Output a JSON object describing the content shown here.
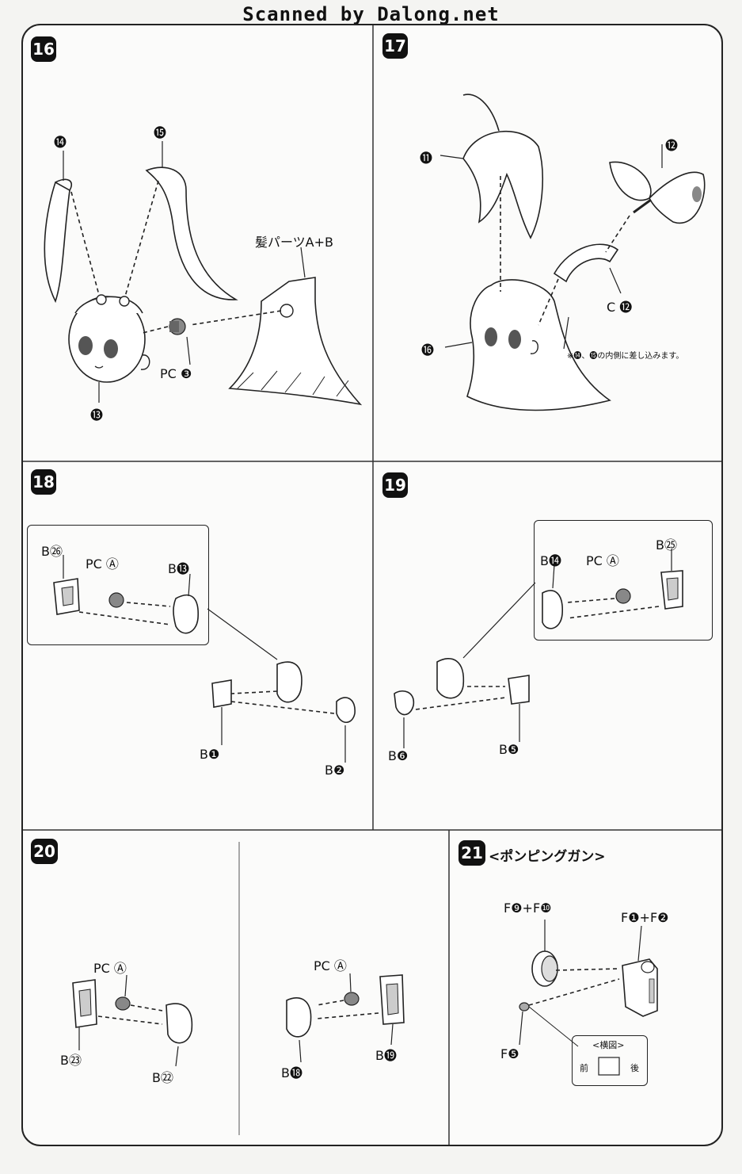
{
  "header": {
    "title": "Scanned by Dalong.net"
  },
  "steps": {
    "s16": {
      "num": "16",
      "labels": {
        "l14": "⓮",
        "l15": "⓯",
        "l13": "⓭",
        "pcb": "PC ❸",
        "hair": "髪パーツA+B"
      }
    },
    "s17": {
      "num": "17",
      "labels": {
        "l11": "⓫",
        "l12": "⓬",
        "c12": "C ⓬",
        "l16": "⓰",
        "note": "※⓮、⓯の内側に差し込みます。"
      }
    },
    "s18": {
      "num": "18",
      "labels": {
        "b26": "B㉖",
        "pca": "PC Ⓐ",
        "b13": "B⓭",
        "b1": "B❶",
        "b2": "B❷"
      }
    },
    "s19": {
      "num": "19",
      "labels": {
        "b14": "B⓮",
        "pca": "PC Ⓐ",
        "b25": "B㉕",
        "b6": "B❻",
        "b5": "B❺"
      }
    },
    "s20": {
      "num": "20",
      "labels": {
        "pca_left": "PC Ⓐ",
        "b23": "B㉓",
        "b22": "B㉒",
        "pca_right": "PC Ⓐ",
        "b18": "B⓲",
        "b19": "B⓳"
      }
    },
    "s21": {
      "num": "21",
      "subtitle": "<ポンピングガン>",
      "labels": {
        "f9f10": "F❾+F❿",
        "f1f2": "F❶+F❷",
        "f5": "F❺",
        "side_view": "<横図>",
        "front": "前",
        "back": "後"
      }
    }
  }
}
